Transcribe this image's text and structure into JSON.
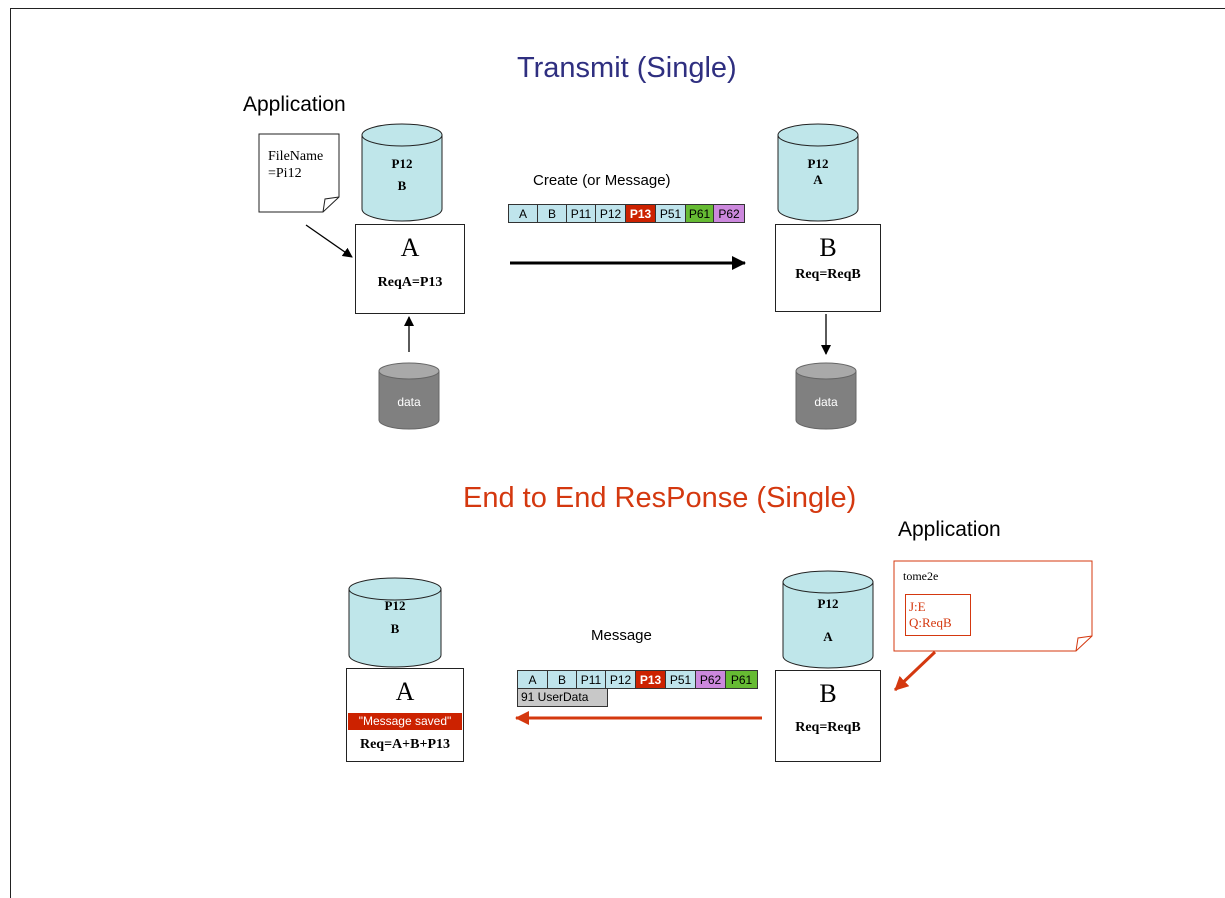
{
  "titles": {
    "transmit": "Transmit (Single)",
    "response": "End to End ResPonse (Single)"
  },
  "transmit": {
    "application_label": "Application",
    "note": {
      "line1": "FileName",
      "line2": "=Pi12"
    },
    "cyl_left": {
      "line1": "P12",
      "line2": "B"
    },
    "cyl_right": {
      "line1": "P12",
      "line2": "A"
    },
    "caption": "Create (or Message)",
    "strip": [
      {
        "label": "A",
        "color": "#bfe4ec",
        "fg": "#000"
      },
      {
        "label": "B",
        "color": "#bfe4ec",
        "fg": "#000"
      },
      {
        "label": "P11",
        "color": "#bfe4ec",
        "fg": "#000"
      },
      {
        "label": "P12",
        "color": "#bfe4ec",
        "fg": "#000"
      },
      {
        "label": "P13",
        "color": "#cc2200",
        "fg": "#ffffff"
      },
      {
        "label": "P51",
        "color": "#bfe4ec",
        "fg": "#000"
      },
      {
        "label": "P61",
        "color": "#66bb33",
        "fg": "#000"
      },
      {
        "label": "P62",
        "color": "#cc88dd",
        "fg": "#000"
      }
    ],
    "box_left": {
      "letter": "A",
      "req": "ReqA=P13"
    },
    "box_right": {
      "letter": "B",
      "req": "Req=ReqB"
    },
    "data_left": "data",
    "data_right": "data"
  },
  "response": {
    "application_label": "Application",
    "note": {
      "title": "tome2e",
      "line1": "J:E",
      "line2": "Q:ReqB"
    },
    "cyl_left": {
      "line1": "P12",
      "line2": "B"
    },
    "cyl_right": {
      "line1": "P12",
      "line2": "A"
    },
    "caption": "Message",
    "strip": [
      {
        "label": "A",
        "color": "#bfe4ec",
        "fg": "#000"
      },
      {
        "label": "B",
        "color": "#bfe4ec",
        "fg": "#000"
      },
      {
        "label": "P11",
        "color": "#bfe4ec",
        "fg": "#000"
      },
      {
        "label": "P12",
        "color": "#bfe4ec",
        "fg": "#000"
      },
      {
        "label": "P13",
        "color": "#cc2200",
        "fg": "#ffffff"
      },
      {
        "label": "P51",
        "color": "#bfe4ec",
        "fg": "#000"
      },
      {
        "label": "P62",
        "color": "#cc88dd",
        "fg": "#000"
      },
      {
        "label": "P61",
        "color": "#66bb33",
        "fg": "#000"
      }
    ],
    "userdata": "91 UserData",
    "box_left": {
      "letter": "A",
      "banner": "\"Message saved\"",
      "req": "Req=A+B+P13"
    },
    "box_right": {
      "letter": "B",
      "req": "Req=ReqB"
    }
  },
  "colors": {
    "cylinder": "#bfe6ea",
    "data_cylinder": "#808080",
    "response_accent": "#d4380f",
    "transmit_title": "#2f2f80"
  }
}
